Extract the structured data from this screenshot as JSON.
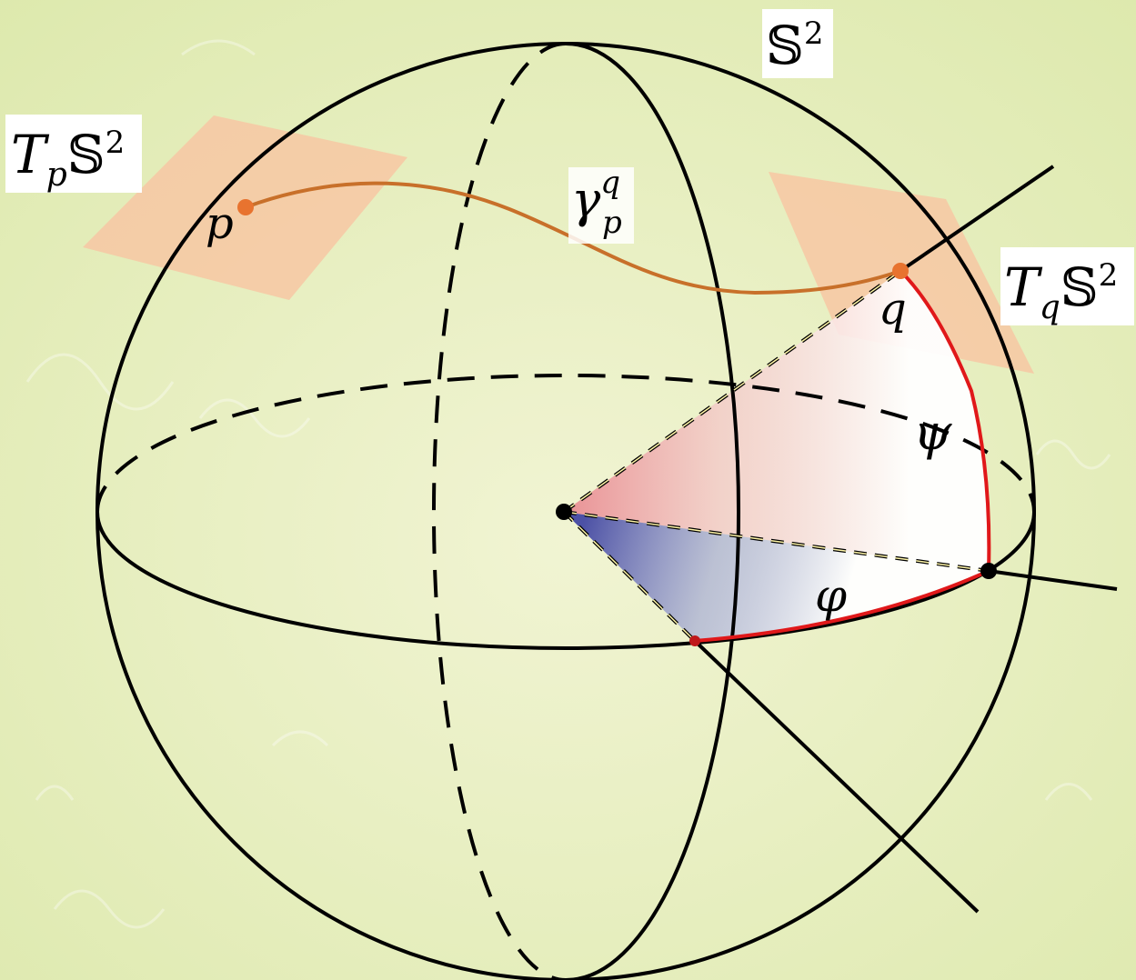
{
  "labels": {
    "tangent_p": {
      "base": "T",
      "sub": "p",
      "space": "𝕊",
      "sup": "2"
    },
    "tangent_q": {
      "base": "T",
      "sub": "q",
      "space": "𝕊",
      "sup": "2"
    },
    "sphere": {
      "space": "𝕊",
      "sup": "2"
    },
    "geodesic": {
      "base": "γ",
      "sub": "p",
      "sup": "q"
    },
    "point_p": "p",
    "point_q": "q",
    "angle_psi": "ψ",
    "angle_phi": "φ"
  },
  "colors": {
    "background": "#eaf0c4",
    "tangent_plane": "#f7c7a3",
    "geodesic_curve": "#c8702a",
    "point_marker": "#e8732f",
    "arc": "#e0181a",
    "psi_sector": "#e8808a",
    "phi_sector": "#3a3fa0",
    "outline": "#000000"
  }
}
